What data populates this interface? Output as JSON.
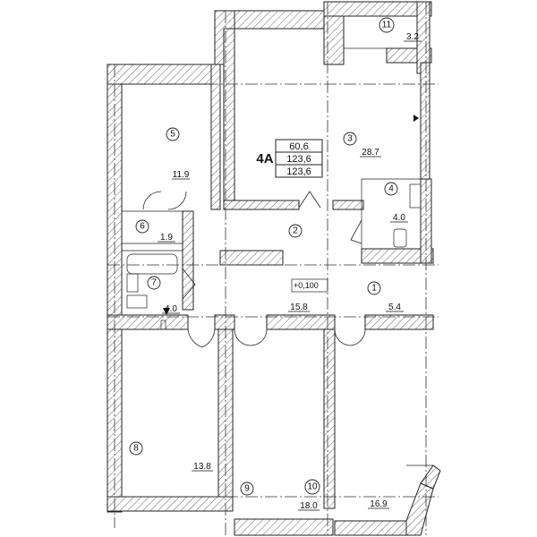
{
  "apartment": {
    "code": "4А",
    "values": [
      "60,6",
      "123,6",
      "123,6"
    ]
  },
  "level_mark": "+0,100",
  "rooms": [
    {
      "num": "1",
      "area": "5.4"
    },
    {
      "num": "2",
      "area": "15.8"
    },
    {
      "num": "3",
      "area": "28.7"
    },
    {
      "num": "4",
      "area": "4.0"
    },
    {
      "num": "5",
      "area": "11.9"
    },
    {
      "num": "6",
      "area": "1.9"
    },
    {
      "num": "7",
      "area": "4.0"
    },
    {
      "num": "8",
      "area": "13.8"
    },
    {
      "num": "9",
      "area": ""
    },
    {
      "num": "10",
      "area": "18.0"
    },
    {
      "num": "11",
      "area": "3.2"
    },
    {
      "num": "",
      "area": "16.9"
    }
  ]
}
